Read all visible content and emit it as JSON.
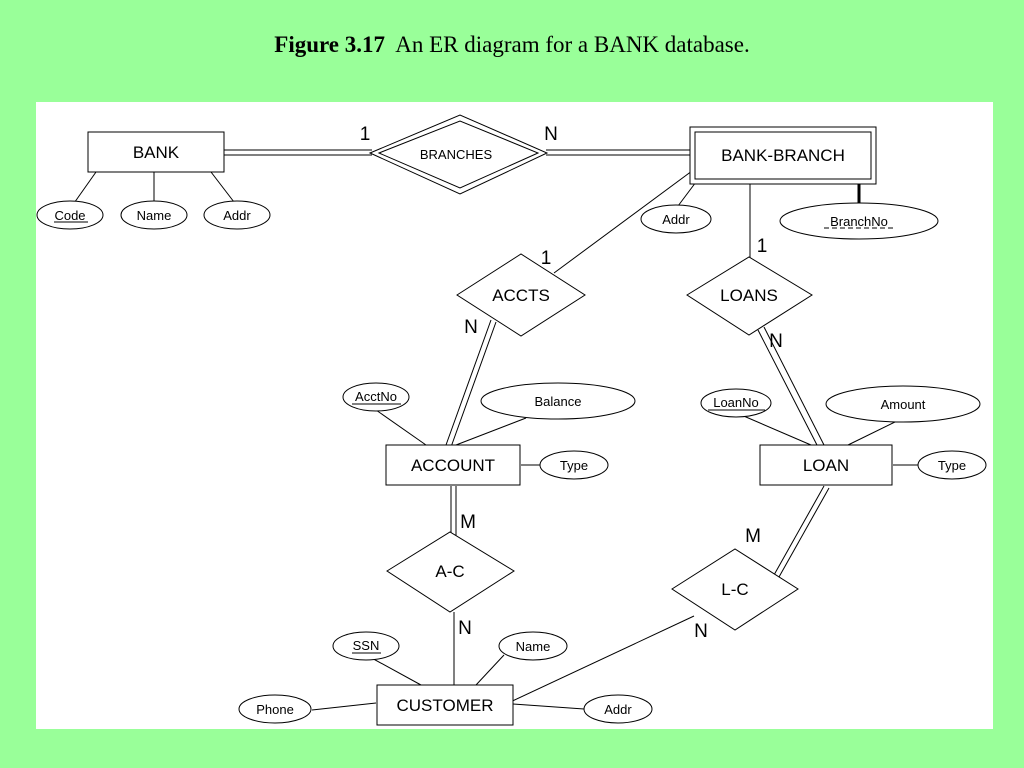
{
  "title": {
    "figure_label": "Figure 3.17",
    "caption": "An ER diagram for a BANK database."
  },
  "entities": {
    "bank": "BANK",
    "bank_branch": "BANK-BRANCH",
    "account": "ACCOUNT",
    "loan": "LOAN",
    "customer": "CUSTOMER"
  },
  "relationships": {
    "branches": "BRANCHES",
    "accts": "ACCTS",
    "loans": "LOANS",
    "a_c": "A-C",
    "l_c": "L-C"
  },
  "attributes": {
    "bank_code": "Code",
    "bank_name": "Name",
    "bank_addr": "Addr",
    "branch_addr": "Addr",
    "branch_no": "BranchNo",
    "acct_no": "AcctNo",
    "balance": "Balance",
    "account_type": "Type",
    "loan_no": "LoanNo",
    "amount": "Amount",
    "loan_type": "Type",
    "ssn": "SSN",
    "customer_name": "Name",
    "phone": "Phone",
    "customer_addr": "Addr"
  },
  "cardinalities": {
    "branches_bank": "1",
    "branches_branch": "N",
    "accts_branch": "1",
    "accts_account": "N",
    "loans_branch": "1",
    "loans_loan": "N",
    "ac_account": "M",
    "ac_customer": "N",
    "lc_loan": "M",
    "lc_customer": "N"
  }
}
